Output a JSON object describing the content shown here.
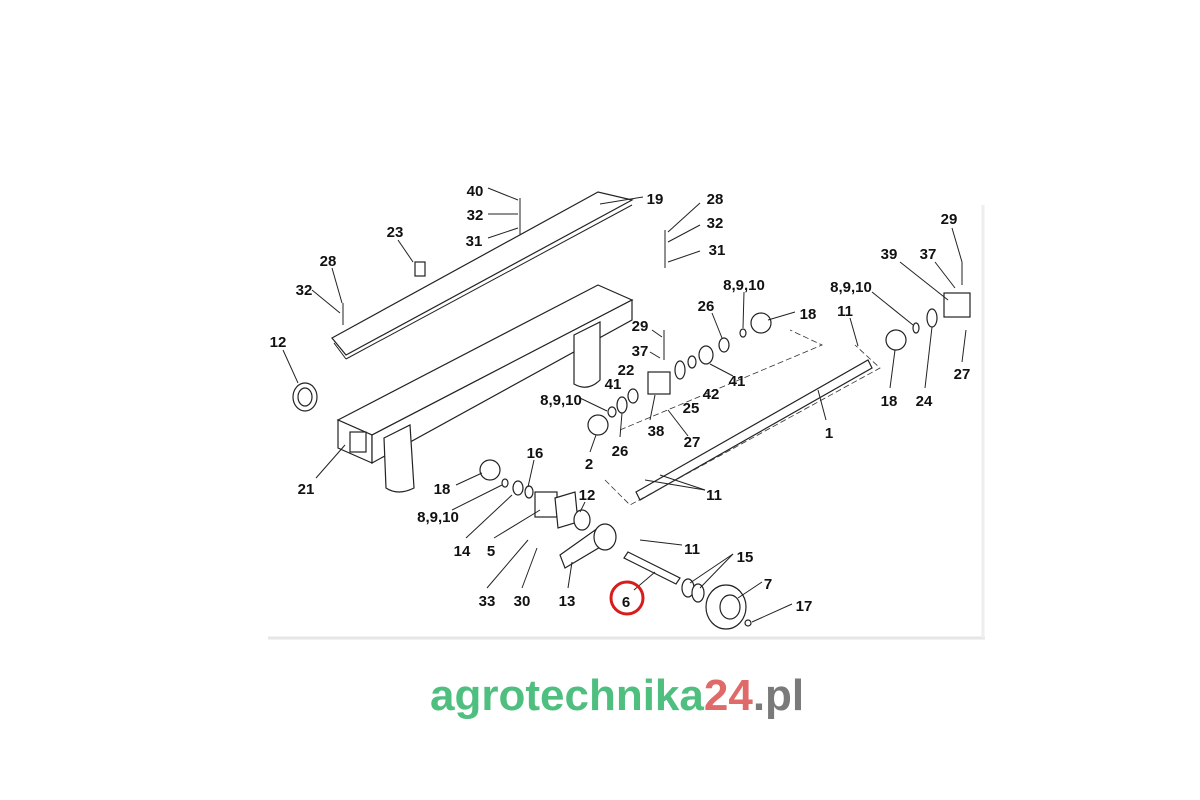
{
  "diagram": {
    "highlighted_part": "6",
    "watermark": {
      "part1": "agrotechnika",
      "part2": "24",
      "part3": ".pl"
    },
    "colors": {
      "highlight": "#d81c1c",
      "watermark_green": "#4fbf7f",
      "watermark_red": "#e06a6a",
      "watermark_gray": "#7a7a7a"
    },
    "labels": [
      "40",
      "32",
      "31",
      "19",
      "23",
      "28",
      "32",
      "12",
      "28",
      "32",
      "31",
      "29",
      "39",
      "37",
      "8,9,10",
      "8,9,10",
      "26",
      "18",
      "11",
      "29",
      "37",
      "22",
      "41",
      "8,9,10",
      "41",
      "42",
      "25",
      "38",
      "27",
      "26",
      "2",
      "1",
      "18",
      "24",
      "27",
      "16",
      "18",
      "8,9,10",
      "14",
      "5",
      "12",
      "11",
      "11",
      "15",
      "7",
      "17",
      "33",
      "30",
      "13",
      "6",
      "21"
    ]
  }
}
